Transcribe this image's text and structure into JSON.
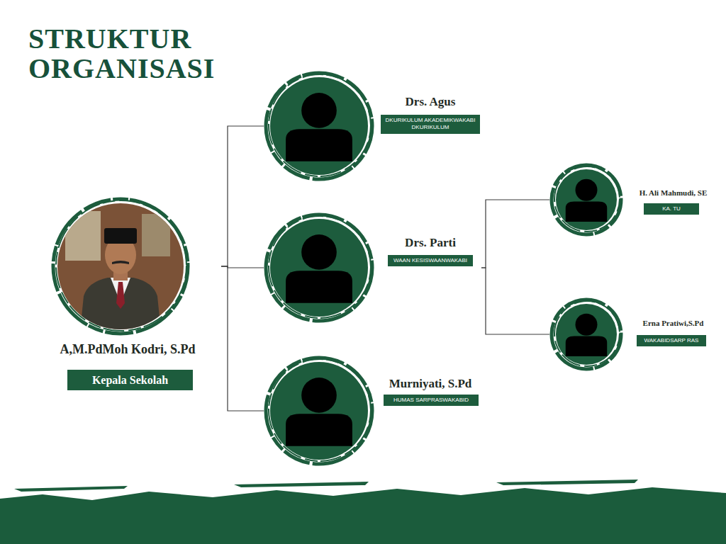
{
  "diagram": {
    "title": "STRUKTUR ORGANISASI",
    "nodes": [
      {
        "text": [
          "A,M.PdMoh Kodri, S.Pd",
          "Kepala Sekolah"
        ]
      },
      {
        "text": [
          "Drs. Agus",
          "DKURIKULUM AKADEMIKWAKABI DKURIKULUM"
        ]
      },
      {
        "text": [
          "Drs. Parti",
          "WAAN KESISWAANWAKABI"
        ]
      },
      {
        "text": [
          "Murniyati, S.Pd",
          "HUMAS SARPRASWAKABID"
        ]
      },
      {
        "text": [
          "H. Ali Mahmudi, SE",
          "KA. TU"
        ]
      },
      {
        "text": [
          "Erna Pratiwi,S.Pd",
          "WAKABIDSARP RAS"
        ]
      }
    ],
    "edges": [
      {
        "from": 0,
        "to": 1,
        "arrow": "none"
      },
      {
        "from": 0,
        "to": 2,
        "arrow": "none"
      },
      {
        "from": 0,
        "to": 3,
        "arrow": "none"
      },
      {
        "from": 2,
        "to": 4,
        "arrow": "none"
      },
      {
        "from": 2,
        "to": 5,
        "arrow": "none"
      }
    ]
  }
}
